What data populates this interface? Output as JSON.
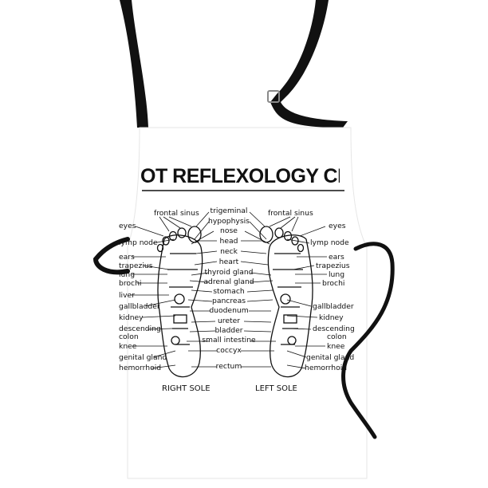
{
  "title": "OT REFLEXOLOGY CHA",
  "colors": {
    "apron": "#ffffff",
    "strap": "#111111",
    "ink": "#111111",
    "buckle": "#8a8a8a"
  },
  "top_labels": {
    "left": "frontal sinus",
    "right": "frontal sinus"
  },
  "center_labels": [
    "trigeminal",
    "hypophysis",
    "nose",
    "head",
    "neck",
    "heart",
    "thyroid gland",
    "adrenal gland",
    "stomach",
    "pancreas",
    "duodenum",
    "ureter",
    "bladder",
    "small intestine",
    "coccyx",
    "rectum"
  ],
  "left_labels": [
    "eyes",
    "lymp node",
    "ears",
    "trapezius",
    "lung",
    "brochi",
    "liver",
    "gallbladder",
    "kidney",
    "descending",
    "colon",
    "knee",
    "genital gland",
    "hemorrhoid"
  ],
  "right_labels": [
    "eyes",
    "lymp node",
    "ears",
    "trapezius",
    "lung",
    "brochi",
    "gallbladder",
    "kidney",
    "descending",
    "colon",
    "knee",
    "genital gland",
    "hemorrhoid"
  ],
  "sole_labels": {
    "right": "RIGHT SOLE",
    "left": "LEFT SOLE"
  }
}
